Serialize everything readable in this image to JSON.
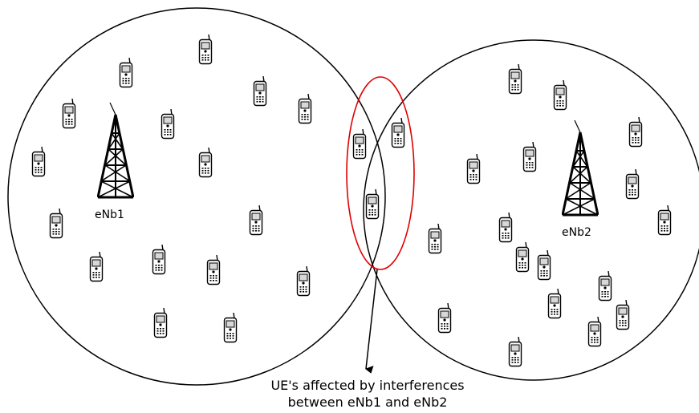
{
  "cells": [
    {
      "label": "eNb1"
    },
    {
      "label": "eNb2"
    }
  ],
  "caption": {
    "line1": "UE's affected by interferences",
    "line2": "between eNb1 and eNb2"
  },
  "colors": {
    "outline": "#000000",
    "highlight": "#e00000",
    "phone_body": "#ffffff",
    "phone_screen": "#d8d8d8"
  },
  "icons": {
    "base_station": "antenna-tower-icon",
    "user_equipment": "mobile-phone-icon"
  }
}
